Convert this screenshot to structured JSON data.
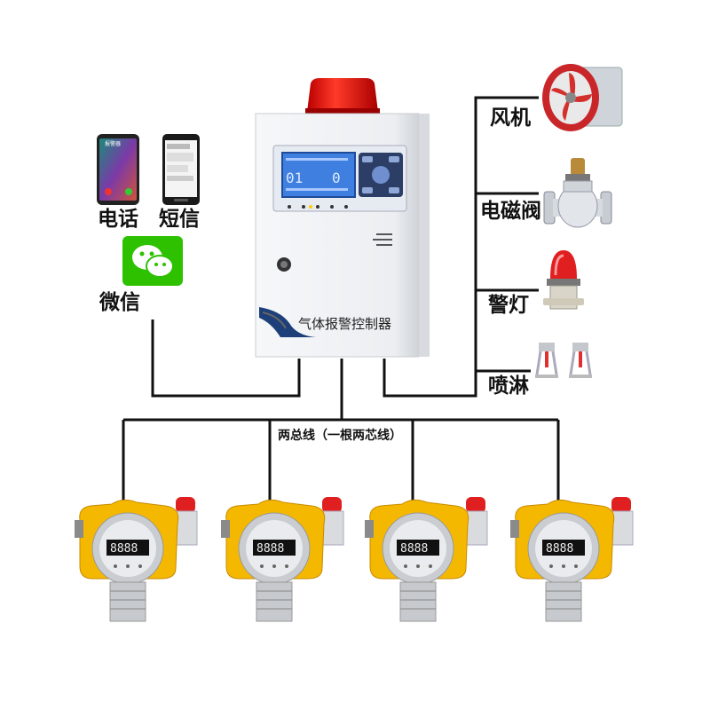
{
  "controller": {
    "name": "气体报警控制器",
    "lcd_line1": "01",
    "lcd_line2": "0"
  },
  "notify": {
    "phone_label": "电话",
    "sms_label": "短信",
    "wechat_label": "微信",
    "phone_screen_text": "报警器"
  },
  "outputs": {
    "fan_label": "风机",
    "valve_label": "电磁阀",
    "lamp_label": "警灯",
    "sprinkler_label": "喷淋"
  },
  "bus": {
    "label": "两总线（一根两芯线）"
  },
  "detectors": [
    {
      "display": "8888"
    },
    {
      "display": "8888"
    },
    {
      "display": "8888"
    },
    {
      "display": "8888"
    }
  ],
  "colors": {
    "line": "#111111",
    "detector_yellow": "#f5b800",
    "lcd_blue": "#3f7fe0",
    "alarm_red": "#e02020",
    "cabinet": "#f1f2f4"
  }
}
